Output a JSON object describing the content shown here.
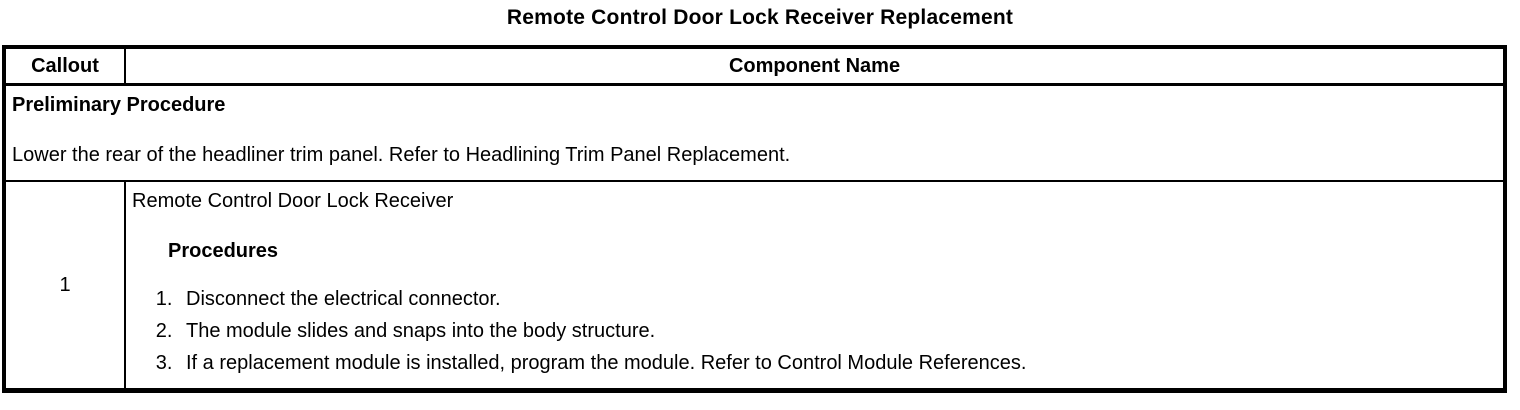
{
  "title": "Remote Control Door Lock Receiver Replacement",
  "colors": {
    "text": "#000000",
    "border": "#000000",
    "background": "#ffffff"
  },
  "table": {
    "headers": {
      "callout": "Callout",
      "component_name": "Component Name"
    },
    "preliminary": {
      "heading": "Preliminary Procedure",
      "text": "Lower the rear of the headliner trim panel. Refer to Headlining Trim Panel Replacement."
    },
    "rows": [
      {
        "callout": "1",
        "component": "Remote Control Door Lock Receiver",
        "procedures_heading": "Procedures",
        "steps": [
          "Disconnect the electrical connector.",
          "The module slides and snaps into the body structure.",
          "If a replacement module is installed, program the module. Refer to Control Module References."
        ]
      }
    ]
  }
}
